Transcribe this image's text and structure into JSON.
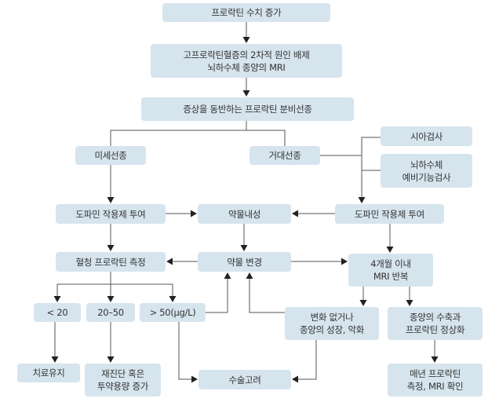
{
  "diagram": {
    "type": "flowchart",
    "colors": {
      "box_fill": "#d6e4ee",
      "text": "#333333",
      "connector": "#555555",
      "arrowhead": "#222222"
    },
    "nodes": {
      "prolactin_increase": "프로락틴 수치 증가",
      "exclude_secondary": "고프로락틴혈증의 2차적 원인 배제\n뇌하수체 종양의 MRI",
      "symptomatic_adenoma": "증상을 동반하는 프로락틴 분비선종",
      "microadenoma": "미세선종",
      "macroadenoma": "거대선종",
      "visual_field_test": "시아검사",
      "pituitary_reserve_test": "뇌하수체\n예비기능검사",
      "dopamine_agonist_left": "도파민 작용제 투여",
      "drug_resistance": "약물내성",
      "dopamine_agonist_right": "도파민 작용제 투여",
      "serum_prolactin": "혈청 프로락틴 측정",
      "change_drug": "약물 변경",
      "repeat_mri": "4개월 이내\nMRI 반복",
      "lt20": "< 20",
      "range20_50": "20–50",
      "gt50": "> 50(µg/L)",
      "no_change_growth": "변화 없거나\n종양의 성장, 악화",
      "shrink_normal": "종양의 수축과\n프로락틴 정상화",
      "maintain_treatment": "치료유지",
      "rediagnose": "재진단 혹은\n투약용량 증가",
      "consider_surgery": "수술고려",
      "annual_check": "매년 프로락틴\n측정, MRI 확인"
    },
    "edges": [
      [
        "prolactin_increase",
        "exclude_secondary"
      ],
      [
        "exclude_secondary",
        "symptomatic_adenoma"
      ],
      [
        "symptomatic_adenoma",
        "microadenoma"
      ],
      [
        "symptomatic_adenoma",
        "macroadenoma"
      ],
      [
        "macroadenoma",
        "visual_field_test"
      ],
      [
        "macroadenoma",
        "pituitary_reserve_test"
      ],
      [
        "macroadenoma",
        "dopamine_agonist_right"
      ],
      [
        "microadenoma",
        "dopamine_agonist_left"
      ],
      [
        "dopamine_agonist_left",
        "drug_resistance"
      ],
      [
        "dopamine_agonist_right",
        "drug_resistance"
      ],
      [
        "dopamine_agonist_left",
        "serum_prolactin"
      ],
      [
        "drug_resistance",
        "change_drug"
      ],
      [
        "change_drug",
        "serum_prolactin"
      ],
      [
        "change_drug",
        "repeat_mri"
      ],
      [
        "dopamine_agonist_right",
        "repeat_mri"
      ],
      [
        "serum_prolactin",
        "lt20"
      ],
      [
        "serum_prolactin",
        "range20_50"
      ],
      [
        "serum_prolactin",
        "gt50"
      ],
      [
        "gt50",
        "change_drug"
      ],
      [
        "gt50",
        "consider_surgery"
      ],
      [
        "repeat_mri",
        "no_change_growth"
      ],
      [
        "repeat_mri",
        "shrink_normal"
      ],
      [
        "no_change_growth",
        "change_drug"
      ],
      [
        "no_change_growth",
        "consider_surgery"
      ],
      [
        "lt20",
        "maintain_treatment"
      ],
      [
        "range20_50",
        "rediagnose"
      ],
      [
        "shrink_normal",
        "annual_check"
      ]
    ]
  }
}
